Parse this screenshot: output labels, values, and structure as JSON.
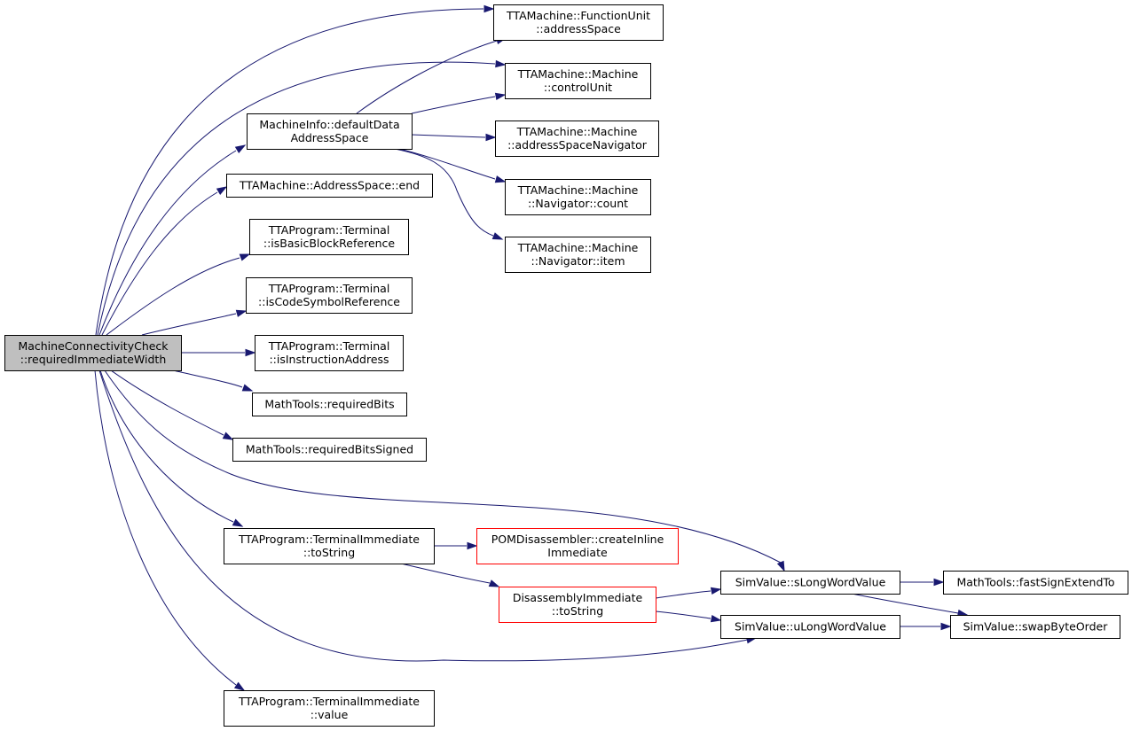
{
  "graph": {
    "colors": {
      "edge": "#191970",
      "root_fill": "#bfbfbf",
      "node_border": "#000000",
      "truncated_border": "#ff0000"
    },
    "nodes": [
      {
        "id": "root",
        "lines": [
          "MachineConnectivityCheck",
          "::requiredImmediateWidth"
        ],
        "style": "root"
      },
      {
        "id": "fu_as",
        "lines": [
          "TTAMachine::FunctionUnit",
          "::addressSpace"
        ],
        "style": "normal"
      },
      {
        "id": "m_cu",
        "lines": [
          "TTAMachine::Machine",
          "::controlUnit"
        ],
        "style": "normal"
      },
      {
        "id": "mi_das",
        "lines": [
          "MachineInfo::defaultData",
          "AddressSpace"
        ],
        "style": "normal"
      },
      {
        "id": "m_asn",
        "lines": [
          "TTAMachine::Machine",
          "::addressSpaceNavigator"
        ],
        "style": "normal"
      },
      {
        "id": "as_end",
        "lines": [
          "TTAMachine::AddressSpace::end"
        ],
        "style": "normal"
      },
      {
        "id": "nav_count",
        "lines": [
          "TTAMachine::Machine",
          "::Navigator::count"
        ],
        "style": "normal"
      },
      {
        "id": "t_bbr",
        "lines": [
          "TTAProgram::Terminal",
          "::isBasicBlockReference"
        ],
        "style": "normal"
      },
      {
        "id": "nav_item",
        "lines": [
          "TTAMachine::Machine",
          "::Navigator::item"
        ],
        "style": "normal"
      },
      {
        "id": "t_csr",
        "lines": [
          "TTAProgram::Terminal",
          "::isCodeSymbolReference"
        ],
        "style": "normal"
      },
      {
        "id": "t_ia",
        "lines": [
          "TTAProgram::Terminal",
          "::isInstructionAddress"
        ],
        "style": "normal"
      },
      {
        "id": "mt_rb",
        "lines": [
          "MathTools::requiredBits"
        ],
        "style": "normal"
      },
      {
        "id": "mt_rbs",
        "lines": [
          "MathTools::requiredBitsSigned"
        ],
        "style": "normal"
      },
      {
        "id": "ti_ts",
        "lines": [
          "TTAProgram::TerminalImmediate",
          "::toString"
        ],
        "style": "normal"
      },
      {
        "id": "pom_cii",
        "lines": [
          "POMDisassembler::createInline",
          "Immediate"
        ],
        "style": "truncated"
      },
      {
        "id": "sv_slwv",
        "lines": [
          "SimValue::sLongWordValue"
        ],
        "style": "normal"
      },
      {
        "id": "mt_fse",
        "lines": [
          "MathTools::fastSignExtendTo"
        ],
        "style": "normal"
      },
      {
        "id": "di_ts",
        "lines": [
          "DisassemblyImmediate",
          "::toString"
        ],
        "style": "truncated"
      },
      {
        "id": "sv_ulwv",
        "lines": [
          "SimValue::uLongWordValue"
        ],
        "style": "normal"
      },
      {
        "id": "sv_sbo",
        "lines": [
          "SimValue::swapByteOrder"
        ],
        "style": "normal"
      },
      {
        "id": "ti_val",
        "lines": [
          "TTAProgram::TerminalImmediate",
          "::value"
        ],
        "style": "normal"
      }
    ],
    "edges": [
      {
        "from": "root",
        "to": "fu_as"
      },
      {
        "from": "root",
        "to": "m_cu"
      },
      {
        "from": "root",
        "to": "mi_das"
      },
      {
        "from": "root",
        "to": "as_end"
      },
      {
        "from": "root",
        "to": "t_bbr"
      },
      {
        "from": "root",
        "to": "t_csr"
      },
      {
        "from": "root",
        "to": "t_ia"
      },
      {
        "from": "root",
        "to": "mt_rb"
      },
      {
        "from": "root",
        "to": "mt_rbs"
      },
      {
        "from": "root",
        "to": "sv_slwv"
      },
      {
        "from": "root",
        "to": "ti_ts"
      },
      {
        "from": "root",
        "to": "sv_ulwv"
      },
      {
        "from": "root",
        "to": "ti_val"
      },
      {
        "from": "mi_das",
        "to": "fu_as"
      },
      {
        "from": "mi_das",
        "to": "m_cu"
      },
      {
        "from": "mi_das",
        "to": "m_asn"
      },
      {
        "from": "mi_das",
        "to": "nav_count"
      },
      {
        "from": "mi_das",
        "to": "nav_item"
      },
      {
        "from": "ti_ts",
        "to": "pom_cii"
      },
      {
        "from": "ti_ts",
        "to": "di_ts"
      },
      {
        "from": "di_ts",
        "to": "sv_slwv"
      },
      {
        "from": "di_ts",
        "to": "sv_ulwv"
      },
      {
        "from": "sv_slwv",
        "to": "mt_fse"
      },
      {
        "from": "sv_slwv",
        "to": "sv_sbo"
      },
      {
        "from": "sv_ulwv",
        "to": "sv_sbo"
      }
    ]
  }
}
